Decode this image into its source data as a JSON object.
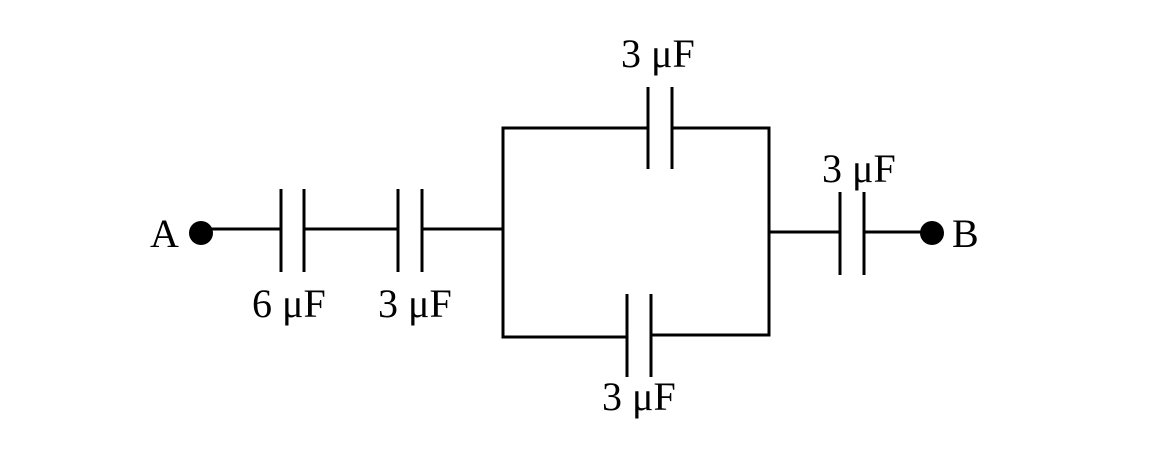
{
  "circuit": {
    "terminal_a": "A",
    "terminal_b": "B",
    "capacitors": [
      {
        "id": "c1",
        "label": "6 μF",
        "value_uF": 6
      },
      {
        "id": "c2",
        "label": "3 μF",
        "value_uF": 3
      },
      {
        "id": "c3_top",
        "label": "3 μF",
        "value_uF": 3
      },
      {
        "id": "c4_bottom",
        "label": "3 μF",
        "value_uF": 3
      },
      {
        "id": "c5",
        "label": "3 μF",
        "value_uF": 3
      }
    ]
  },
  "colors": {
    "line": "#000000",
    "background": "#ffffff"
  }
}
